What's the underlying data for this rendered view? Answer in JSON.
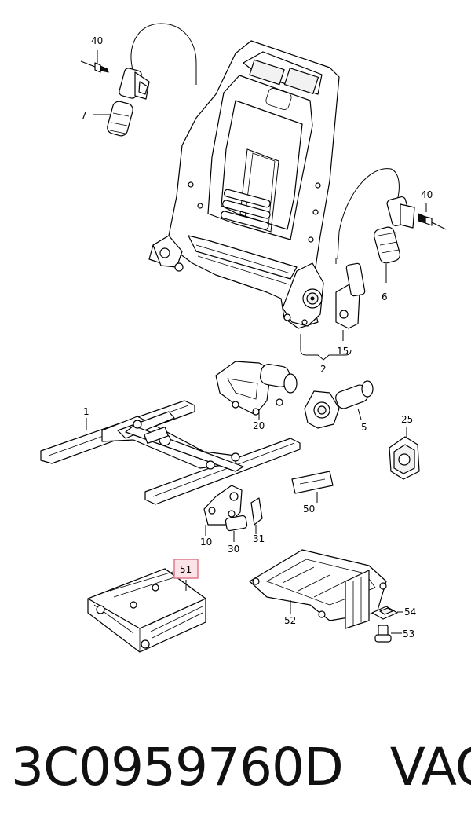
{
  "callouts": {
    "c40a": "40",
    "c7": "7",
    "c40b": "40",
    "c6": "6",
    "c15": "15",
    "c2": "2",
    "c1": "1",
    "c20": "20",
    "c5": "5",
    "c25": "25",
    "c50": "50",
    "c10": "10",
    "c30": "30",
    "c31": "31",
    "c51": "51",
    "c52": "52",
    "c54": "54",
    "c53": "53"
  },
  "highlight_color": "#e07a8a",
  "caption": {
    "part_number": "3C0959760D",
    "brand": "VAG"
  }
}
